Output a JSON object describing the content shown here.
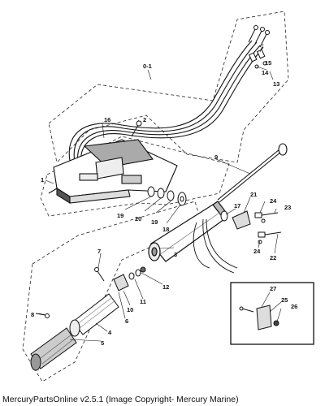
{
  "footer": {
    "site": "MercuryPartsOnline v2.5.1",
    "copyright": "(Image Copyright- Mercury Marine)"
  },
  "callouts": {
    "c0_1": "0-1",
    "c1": "1",
    "c2": "2",
    "c3": "3",
    "c4": "4",
    "c5": "5",
    "c6": "6",
    "c7": "7",
    "c8": "8",
    "c9": "9",
    "c10": "10",
    "c11": "11",
    "c12": "12",
    "c13": "13",
    "c14": "14",
    "c15": "15",
    "c16": "16",
    "c17": "17",
    "c18": "18",
    "c19a": "19",
    "c19b": "19",
    "c20": "20",
    "c21": "21",
    "c22": "22",
    "c23": "23",
    "c24a": "24",
    "c24b": "24",
    "c25": "25",
    "c26": "26",
    "c27": "27"
  }
}
